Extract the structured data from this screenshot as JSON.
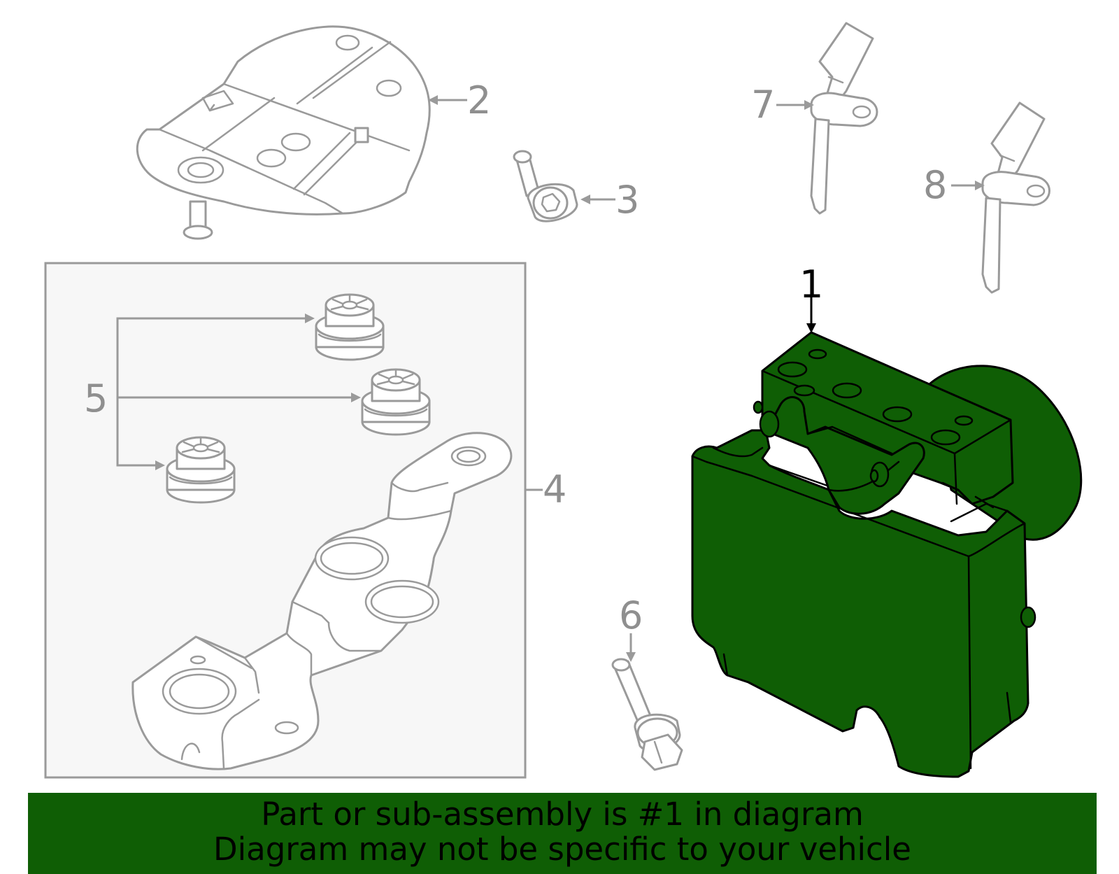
{
  "callouts": {
    "c1": "1",
    "c2": "2",
    "c3": "3",
    "c4": "4",
    "c5": "5",
    "c6": "6",
    "c7": "7",
    "c8": "8"
  },
  "footer": {
    "line1": "Part or sub-assembly is #1 in diagram",
    "line2": "Diagram may not be specific to your vehicle"
  },
  "colors": {
    "highlight": "#0f5e05",
    "outline": "#9a9a9a",
    "kit_box_fill": "#f7f7f7",
    "banner": "#0f5e05"
  }
}
